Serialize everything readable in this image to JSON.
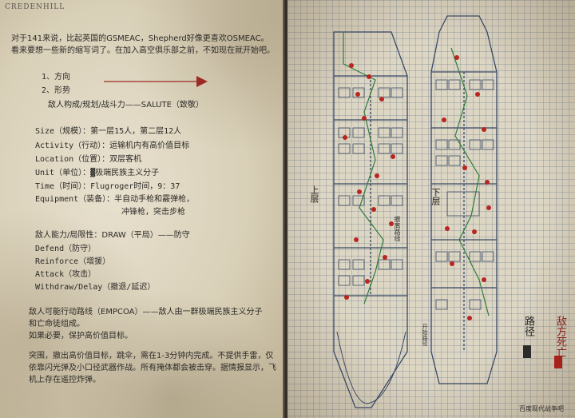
{
  "brand": "CREDENHILL",
  "intro": "对于141来说，比起英国的GSMEAC，Shepherd好像更喜欢OSMEAC。看来要想一些新的缩写词了。在加入高空俱乐部之前，不如现在就开始吧。",
  "outline": [
    "1、方向",
    "2、形势"
  ],
  "salute_title": "敌人构成/规划/战斗力——SALUTE（致敬）",
  "salute": [
    {
      "key": "Size",
      "text": "（规模）：第一层15人，第二层12人"
    },
    {
      "key": "Activity",
      "text": "（行动）：运输机内有高价值目标"
    },
    {
      "key": "Location",
      "text": "（位置）：双层客机"
    },
    {
      "key": "Unit",
      "text": "（单位）：▓极端民族主义分子"
    },
    {
      "key": "Time",
      "text": "（时间）：Flugroger时间，9：37"
    },
    {
      "key": "Equipment",
      "text": "（装备）：半自动手枪和霰弹枪，"
    },
    {
      "key": "",
      "text": "冲锋枪，突击步枪"
    }
  ],
  "draw_title": "敌人能力/局限性：DRAW（平局）——防守",
  "draw": [
    {
      "key": "Defend",
      "text": "（防守）"
    },
    {
      "key": "Reinforce",
      "text": "（增援）"
    },
    {
      "key": "Attack",
      "text": "（攻击）"
    },
    {
      "key": "Withdraw/Delay",
      "text": "（撤退/延迟）"
    }
  ],
  "empcoa": "敌人可能行动路线（EMPCOA）——敌人由一群极端民族主义分子和亡命徒组成。",
  "empcoa2": "如果必要，保护高价值目标。",
  "assault": "突围，撤出高价值目标，跳伞，需在1-3分钟内完成。不提供手雷，仅依靠闪光弹及小口径武器作战。所有掩体都会被击穿。据情报显示，飞机上存在遥控炸弹。",
  "map": {
    "upper_label": "上层",
    "lower_label": "下层",
    "route_note": "撤离路线",
    "start_label": "开始路径",
    "legend_route": "路径",
    "legend_enemy": "敌方死亡"
  },
  "footer": "百度现代战争吧",
  "colors": {
    "enemy": "#b8261f",
    "route": "#2e7d3a",
    "ink": "#3a4a66",
    "arrow": "#9b2a22"
  }
}
